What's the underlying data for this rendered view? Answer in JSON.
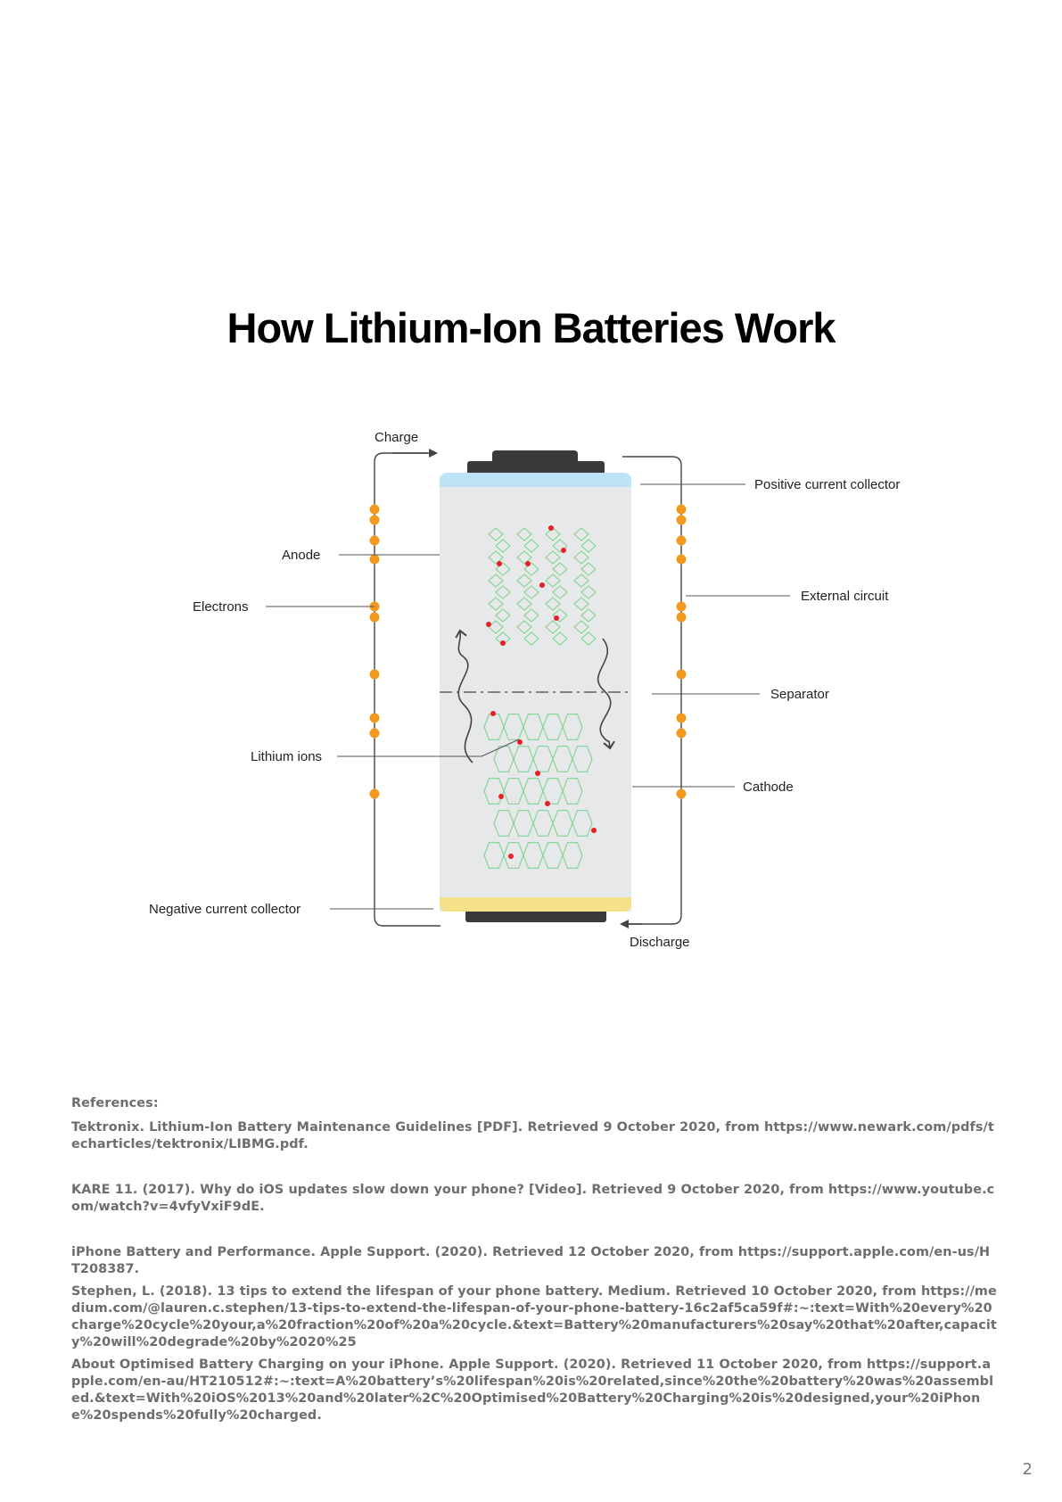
{
  "title": "How Lithium-Ion Batteries Work",
  "diagram": {
    "labels": {
      "charge": "Charge",
      "discharge": "Discharge",
      "positive_collector": "Positive current collector",
      "anode": "Anode",
      "external_circuit": "External circuit",
      "electrons": "Electrons",
      "separator": "Separator",
      "lithium_ions": "Lithium ions",
      "cathode": "Cathode",
      "negative_collector": "Negative current collector"
    },
    "colors": {
      "positive_collector": "#bde3f7",
      "negative_collector": "#f5e08a",
      "cell_body": "#e7e8e9",
      "terminal": "#3a3a3c",
      "electron": "#f39a1e",
      "ion": "#e4212a",
      "lattice": "#7ed491",
      "wire": "#444444"
    }
  },
  "references": {
    "heading": "References:",
    "items": [
      "Tektronix. Lithium-Ion Battery Maintenance Guidelines [PDF]. Retrieved 9 October 2020, from https://www.newark.com/pdfs/techarticles/tektronix/LIBMG.pdf.",
      "KARE 11. (2017). Why do iOS updates slow down your phone? [Video]. Retrieved 9 October 2020, from https://www.youtube.com/watch?v=4vfyVxiF9dE.",
      "iPhone Battery and Performance. Apple Support. (2020). Retrieved 12 October 2020, from https://support.apple.com/en-us/HT208387.",
      "Stephen, L. (2018). 13 tips to extend the lifespan of your phone battery. Medium. Retrieved 10 October 2020, from https://medium.com/@lauren.c.stephen/13-tips-to-extend-the-lifespan-of-your-phone-battery-16c2af5ca59f#:~:text=With%20every%20charge%20cycle%20your,a%20fraction%20of%20a%20cycle.&text=Battery%20manufacturers%20say%20that%20after,capacity%20will%20degrade%20by%2020%25",
      "About Optimised Battery Charging on your iPhone. Apple Support. (2020). Retrieved 11 October 2020, from https://support.apple.com/en-au/HT210512#:~:text=A%20battery’s%20lifespan%20is%20related,since%20the%20battery%20was%20assembled.&text=With%20iOS%2013%20and%20later%2C%20Optimised%20Battery%20Charging%20is%20designed,your%20iPhone%20spends%20fully%20charged."
    ]
  },
  "page_number": "2"
}
